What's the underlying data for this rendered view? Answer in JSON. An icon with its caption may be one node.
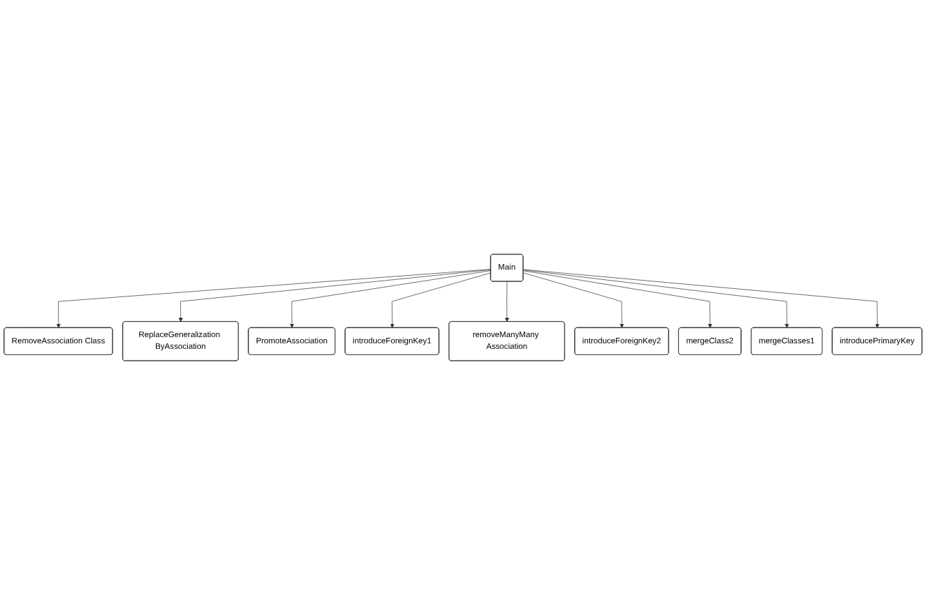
{
  "diagram": {
    "nodes": [
      {
        "text": [
          "Main"
        ]
      },
      {
        "text": [
          "RemoveAssociation Class"
        ]
      },
      {
        "text": [
          "ReplaceGeneralization ByAssociation"
        ]
      },
      {
        "text": [
          "PromoteAssociation"
        ]
      },
      {
        "text": [
          "introduceForeignKey1"
        ]
      },
      {
        "text": [
          "removeManyMany Association"
        ]
      },
      {
        "text": [
          "introduceForeignKey2"
        ]
      },
      {
        "text": [
          "mergeClass2"
        ]
      },
      {
        "text": [
          "mergeClasses1"
        ]
      },
      {
        "text": [
          "introducePrimaryKey"
        ]
      }
    ],
    "edges": [
      {
        "from": 0,
        "to": 1,
        "arrow": "to"
      },
      {
        "from": 0,
        "to": 2,
        "arrow": "to"
      },
      {
        "from": 0,
        "to": 3,
        "arrow": "to"
      },
      {
        "from": 0,
        "to": 4,
        "arrow": "to"
      },
      {
        "from": 0,
        "to": 5,
        "arrow": "to"
      },
      {
        "from": 0,
        "to": 6,
        "arrow": "to"
      },
      {
        "from": 0,
        "to": 7,
        "arrow": "to"
      },
      {
        "from": 0,
        "to": 8,
        "arrow": "to"
      },
      {
        "from": 0,
        "to": 9,
        "arrow": "to"
      }
    ]
  }
}
